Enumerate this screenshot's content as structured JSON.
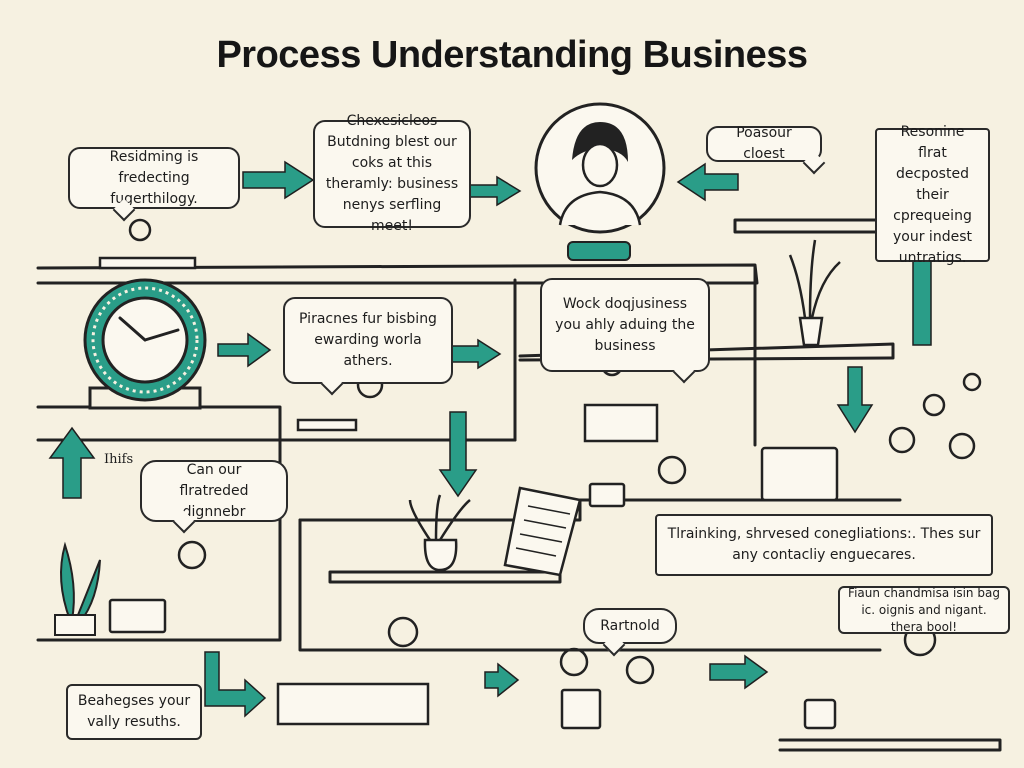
{
  "title": "Process Understanding Business",
  "colors": {
    "accent": "#2a9d88",
    "ink": "#1f1f1f",
    "paper": "#f6f1e1"
  },
  "bubbles": {
    "b1": "Residming is fredecting fugerthilogy.",
    "b2": "Chexesicleos Butdning blest our coks at this theramly: business nenys serfling meet!",
    "b3": "Poasour cloest",
    "b4": "Resonine flrat decposted their cprequeing your indest untratigs.",
    "b5": "Piracnes fur bisbing ewarding worla athers.",
    "b6": "Wock doqjusiness you ahly aduing the business",
    "b7": "Can our flratreded dignnebr",
    "b8": "Tlrainking, shrvesed conegliations:. Thes sur any contacliy enguecares.",
    "b9": "Rartnold",
    "b10": "Fiaun chandmisa isin bag ic. oignis and nigant. thera bool!",
    "b11": "Beahegses your vally resuths."
  },
  "scribble": "Ihifs"
}
